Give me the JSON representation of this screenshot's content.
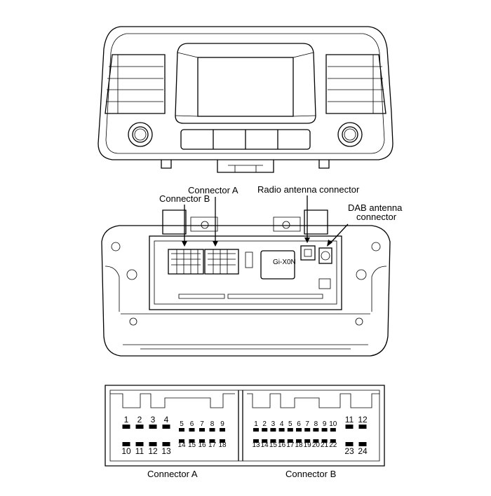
{
  "labels": {
    "connector_a_top": "Connector A",
    "connector_b_top": "Connector B",
    "radio_antenna": "Radio antenna connector",
    "dab_line1": "DAB antenna",
    "dab_line2": "connector",
    "connector_a_bottom": "Connector A",
    "connector_b_bottom": "Connector B",
    "face_marking": "Gi-X0N"
  },
  "connector_a": {
    "row1_large": [
      "1",
      "2",
      "3",
      "4"
    ],
    "row1_small": [
      "5",
      "6",
      "7",
      "8",
      "9"
    ],
    "row2_large": [
      "10",
      "11",
      "12",
      "13"
    ],
    "row2_small": [
      "14",
      "15",
      "16",
      "17",
      "18"
    ]
  },
  "connector_b": {
    "row1_small": [
      "1",
      "2",
      "3",
      "4",
      "5",
      "6",
      "7",
      "8",
      "9",
      "10"
    ],
    "row1_large": [
      "11",
      "12"
    ],
    "row2_small": [
      "13",
      "14",
      "15",
      "16",
      "17",
      "18",
      "19",
      "20",
      "21",
      "22"
    ],
    "row2_large": [
      "23",
      "24"
    ]
  }
}
